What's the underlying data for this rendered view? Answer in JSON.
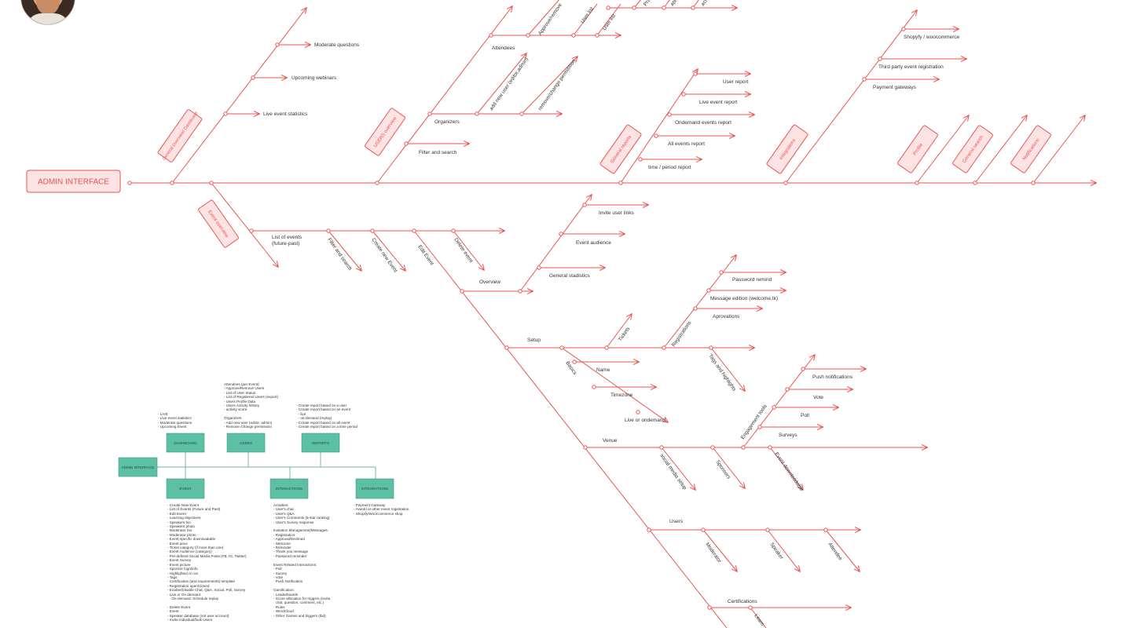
{
  "colors": {
    "line": "#e8534f",
    "boxFill": "#fde3e3",
    "boxStroke": "#e8534f",
    "miniBox": "#5dbfa3",
    "miniBoxStroke": "#3f9c82"
  },
  "root": "ADMIN INTERFACE",
  "categories": {
    "general": "General Overview/ Dashboard",
    "users": "USERS overview",
    "reports": "General reports",
    "integrations": "Integrations",
    "profile": "Profile",
    "search": "General search",
    "notifications": "Notifications",
    "event": "Event overview"
  },
  "labels": {
    "moderate": "Moderate questions",
    "webinars": "Upcoming webinars",
    "live_stats": "Live event statistics",
    "attendees": "Attendees",
    "approve": "Approve/remove",
    "user_list1": "User list",
    "user_list2": "User list",
    "pro": "Pro",
    "apr": "apr",
    "act": "act",
    "organizers": "Organizers",
    "add_user": "add new user (editor,admin)",
    "remove_perm": "remove/change permission",
    "filter_search": "Filter and search",
    "user_report": "User report",
    "live_report": "Live event report",
    "ondemand_report": "Ondemand events report",
    "all_report": "All events report",
    "period_report": "time / period report",
    "shopify": "Shopyfy / woocommerce",
    "third_party": "Third party event registration",
    "payment": "Payment gateways",
    "list_events": "List of events\n(future-past)",
    "ev_filter": "Filter and search",
    "create_event": "Create new Event",
    "edit_event": "Edit Event",
    "delete_event": "Delete event",
    "overview": "Overview",
    "invite": "Invite user links",
    "audience": "Event audience",
    "gen_stats": "General stadistics",
    "setup": "Setup",
    "tickets": "Tickets",
    "registrations": "Registrations",
    "pw_remind": "Password remind",
    "msg_edit": "Message edition (welcome,tk)",
    "aprovations": "Aprovations",
    "tags": "Tags and highlights",
    "basics": "Basics",
    "name": "Name",
    "timezone": "Timezone",
    "live_ondemand": "Live or ondemand",
    "engagement": "Engagement tools",
    "push": "Push notifications",
    "vote": "Vote",
    "poll": "Poll",
    "surveys": "Surveys",
    "venue": "Venue",
    "social": "social media setup",
    "sponsors": "Sponsors",
    "downloadable": "Event downloadable",
    "users2": "Users",
    "moderator": "Moderator",
    "speaker": "Speaker",
    "attendee": "Attendee",
    "certifications": "Certifications",
    "learn": "Learn"
  },
  "mini": {
    "root": "ADMIN INTERFACE",
    "dashboard": "DASHBOARD",
    "users": "USERS",
    "reports": "REPORTS",
    "event": "EVENT",
    "interactions": "INTERACTIONS",
    "integrations": "INTEGRATIONS",
    "dash_notes": "- LIVE\n- Live event statistics\n- Moderate questions\n- Upcoming Event",
    "users_notes": "Attendees (per Event)\n- Approve/Remove Users\n- List of User Status\n- List of Registered Users (export)\n- Users Profile Data\n- Users Activity history\n- activity score\n\nOrganizers\n- Add new user (editor, admin)\n- Remove /change permission",
    "reports_notes": "- Create report based on a user\n- Create report based on an event\n  - live\n  - on-demand (replay)\n- Create report based on all event\n- Create report based on a time period",
    "event_notes": "- Create New Event\n- List of Events (Future and Past)\n- Edit Event\n- Learning objectives\n- Speakers bio\n- Speakers photo\n- Moderator bio\n- Moderator photo\n- Event-specific downloadable\n- Event price\n- Ticket category (if more than one)\n- Event Audience (category)\n- Pre-defined Social Media Posts (FB, IG, Twitter)\n- Event Survey\n- Event picture\n- Sponsor logo/info\n- Highlighted or not\n- Tags\n- Certification (and requirements) template\n- Registration open/closed\n- Enable/Disable Chat, Q&A, Social, Poll, Survey\n- Live or On demand\n  - On-demand: Schedule replay\n\n- Delete Event\n- Event\n- Speaker database (not user account)\n- Invite individual/bulk Users",
    "interactions_notes": "Activities:\n- User's chat\n- User's Q&A\n- User's Comments (5-star ranking)\n- User's Survey response\n\nInvitation Management/Messages:\n- Registration\n- Approval/Declined\n- Welcome\n- Reminder\n- Thank you message\n- Password reminder\n\nEvent Related Interactions:\n- Poll\n- Survey\n- Vote\n- Push Notification\n\nGamification:\n- Leaderboards\n- Score allocation for triggers (invite,\n  chat, question, comment, etc.)\n- Rules\n- WordCloud\n- Other Games and triggers (tbd)",
    "integrations_notes": "- Payment Gateway\n- Aventri or other event registration\n- Shopify/WooCommerce shop"
  }
}
